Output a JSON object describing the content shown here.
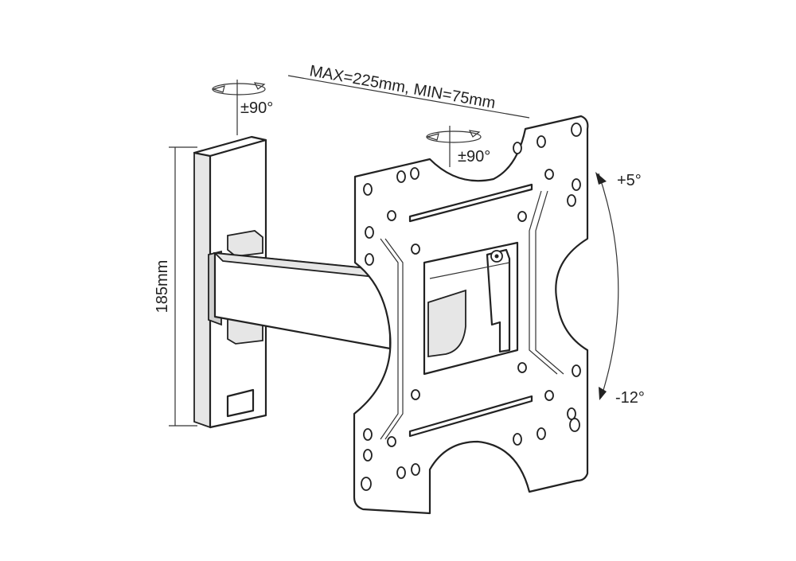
{
  "labels": {
    "vesa_range": "MAX=225mm, MIN=75mm",
    "swivel_wall": "±90°",
    "swivel_plate": "±90°",
    "tilt_up": "+5°",
    "tilt_down": "-12°",
    "height": "185mm"
  },
  "colors": {
    "line": "#222222",
    "background": "#ffffff",
    "shade": "#e6e6e6"
  }
}
